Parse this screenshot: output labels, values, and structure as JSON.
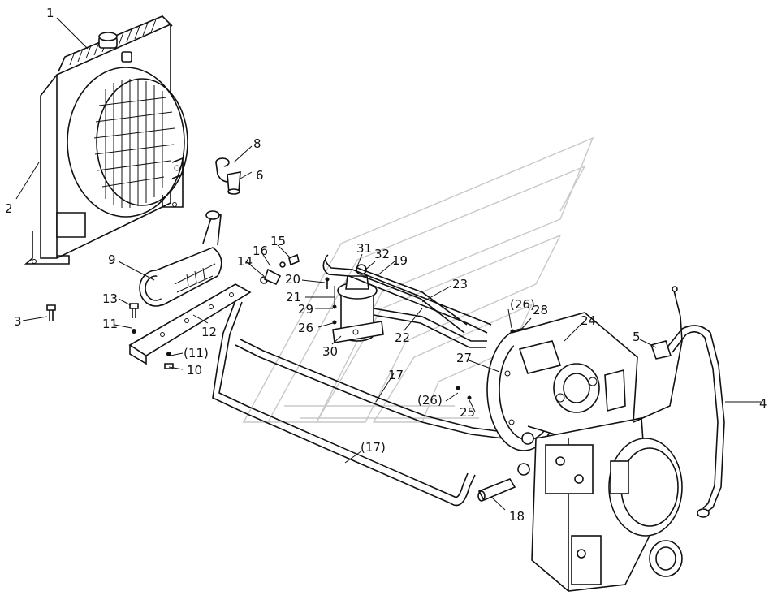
{
  "callouts": [
    {
      "id": "c1",
      "text": "1"
    },
    {
      "id": "c2",
      "text": "2"
    },
    {
      "id": "c3",
      "text": "3"
    },
    {
      "id": "c4",
      "text": "4"
    },
    {
      "id": "c5",
      "text": "5"
    },
    {
      "id": "c6",
      "text": "6"
    },
    {
      "id": "c8",
      "text": "8"
    },
    {
      "id": "c9",
      "text": "9"
    },
    {
      "id": "c10",
      "text": "10"
    },
    {
      "id": "c11",
      "text": "11"
    },
    {
      "id": "c11b",
      "text": "(11)"
    },
    {
      "id": "c12",
      "text": "12"
    },
    {
      "id": "c13",
      "text": "13"
    },
    {
      "id": "c14",
      "text": "14"
    },
    {
      "id": "c15",
      "text": "15"
    },
    {
      "id": "c16",
      "text": "16"
    },
    {
      "id": "c17",
      "text": "17"
    },
    {
      "id": "c17b",
      "text": "(17)"
    },
    {
      "id": "c18",
      "text": "18"
    },
    {
      "id": "c19",
      "text": "19"
    },
    {
      "id": "c20",
      "text": "20"
    },
    {
      "id": "c21",
      "text": "21"
    },
    {
      "id": "c22",
      "text": "22"
    },
    {
      "id": "c23",
      "text": "23"
    },
    {
      "id": "c24",
      "text": "24"
    },
    {
      "id": "c25",
      "text": "25"
    },
    {
      "id": "c26",
      "text": "26"
    },
    {
      "id": "c26b",
      "text": "(26)"
    },
    {
      "id": "c26c",
      "text": "(26)"
    },
    {
      "id": "c27",
      "text": "27"
    },
    {
      "id": "c28",
      "text": "28"
    },
    {
      "id": "c29",
      "text": "29"
    },
    {
      "id": "c30",
      "text": "30"
    },
    {
      "id": "c31",
      "text": "31"
    },
    {
      "id": "c32",
      "text": "32"
    }
  ]
}
